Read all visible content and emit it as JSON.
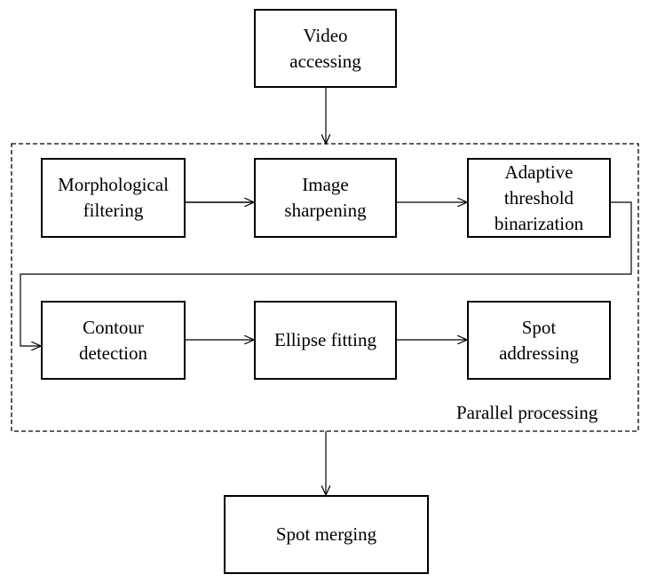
{
  "nodes": {
    "video_accessing": "Video\naccessing",
    "morphological_filtering": "Morphological\nfiltering",
    "image_sharpening": "Image\nsharpening",
    "adaptive_threshold_binarization": "Adaptive\nthreshold\nbinarization",
    "contour_detection": "Contour\ndetection",
    "ellipse_fitting": "Ellipse fitting",
    "spot_addressing": "Spot\naddressing",
    "spot_merging": "Spot merging"
  },
  "group": {
    "label": "Parallel processing"
  },
  "edges": [
    {
      "from": "video_accessing",
      "to": "parallel_processing_group"
    },
    {
      "from": "morphological_filtering",
      "to": "image_sharpening"
    },
    {
      "from": "image_sharpening",
      "to": "adaptive_threshold_binarization"
    },
    {
      "from": "adaptive_threshold_binarization",
      "to": "contour_detection"
    },
    {
      "from": "contour_detection",
      "to": "ellipse_fitting"
    },
    {
      "from": "ellipse_fitting",
      "to": "spot_addressing"
    },
    {
      "from": "parallel_processing_group",
      "to": "spot_merging"
    }
  ]
}
